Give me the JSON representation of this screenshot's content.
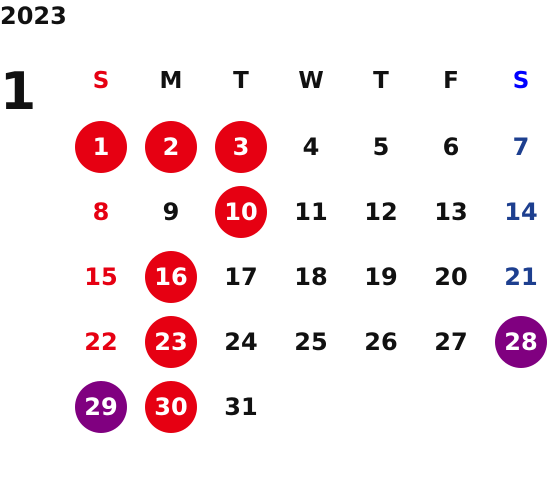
{
  "colors": {
    "default_text": "#111111",
    "sunday_text": "#e60012",
    "saturday_text": "#1d3f8f",
    "saturday_header": "#0000ff",
    "holiday_circle": "#e60012",
    "event_circle": "#800080",
    "circle_text": "#ffffff"
  },
  "calendar": {
    "year": "2023",
    "month": "1",
    "weekdays": [
      {
        "label": "S",
        "kind": "sun"
      },
      {
        "label": "M",
        "kind": "weekday"
      },
      {
        "label": "T",
        "kind": "weekday"
      },
      {
        "label": "W",
        "kind": "weekday"
      },
      {
        "label": "T",
        "kind": "weekday"
      },
      {
        "label": "F",
        "kind": "weekday"
      },
      {
        "label": "S",
        "kind": "sat"
      }
    ],
    "weeks": [
      [
        {
          "day": "1",
          "mark": "holiday"
        },
        {
          "day": "2",
          "mark": "holiday"
        },
        {
          "day": "3",
          "mark": "holiday"
        },
        {
          "day": "4",
          "mark": "none"
        },
        {
          "day": "5",
          "mark": "none"
        },
        {
          "day": "6",
          "mark": "none"
        },
        {
          "day": "7",
          "mark": "none"
        }
      ],
      [
        {
          "day": "8",
          "mark": "none"
        },
        {
          "day": "9",
          "mark": "none"
        },
        {
          "day": "10",
          "mark": "holiday"
        },
        {
          "day": "11",
          "mark": "none"
        },
        {
          "day": "12",
          "mark": "none"
        },
        {
          "day": "13",
          "mark": "none"
        },
        {
          "day": "14",
          "mark": "none"
        }
      ],
      [
        {
          "day": "15",
          "mark": "none"
        },
        {
          "day": "16",
          "mark": "holiday"
        },
        {
          "day": "17",
          "mark": "none"
        },
        {
          "day": "18",
          "mark": "none"
        },
        {
          "day": "19",
          "mark": "none"
        },
        {
          "day": "20",
          "mark": "none"
        },
        {
          "day": "21",
          "mark": "none"
        }
      ],
      [
        {
          "day": "22",
          "mark": "none"
        },
        {
          "day": "23",
          "mark": "holiday"
        },
        {
          "day": "24",
          "mark": "none"
        },
        {
          "day": "25",
          "mark": "none"
        },
        {
          "day": "26",
          "mark": "none"
        },
        {
          "day": "27",
          "mark": "none"
        },
        {
          "day": "28",
          "mark": "event"
        }
      ],
      [
        {
          "day": "29",
          "mark": "event"
        },
        {
          "day": "30",
          "mark": "holiday"
        },
        {
          "day": "31",
          "mark": "none"
        },
        {
          "day": "",
          "mark": "none"
        },
        {
          "day": "",
          "mark": "none"
        },
        {
          "day": "",
          "mark": "none"
        },
        {
          "day": "",
          "mark": "none"
        }
      ]
    ]
  }
}
